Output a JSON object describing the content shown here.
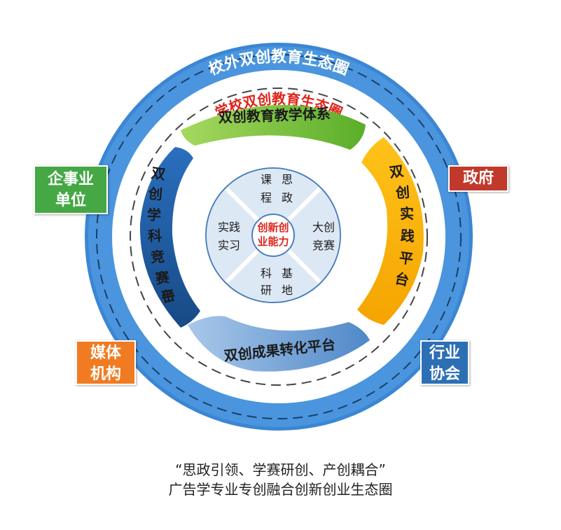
{
  "outer_ring": {
    "label": "校外双创教育生态圈",
    "color": "#2f7fd0"
  },
  "inner_ring": {
    "label": "学校双创教育生态圈",
    "color": "#e0241b"
  },
  "arcs": {
    "top": "双创教育教学体系",
    "right": "双创实践平台",
    "bottom": "双创成果转化平台",
    "left": "双创学科竞赛平台"
  },
  "core": {
    "center": [
      "创新创",
      "业能力"
    ],
    "top": [
      "课",
      "思",
      "程",
      "政"
    ],
    "right": [
      "大创",
      "竞赛"
    ],
    "bottom": [
      "科",
      "基",
      "研",
      "地"
    ],
    "left": [
      "实践",
      "实习"
    ]
  },
  "side_boxes": {
    "enterprise": [
      "企事业",
      "单位"
    ],
    "government": [
      "政府"
    ],
    "media": [
      "媒体",
      "机构"
    ],
    "industry": [
      "行业",
      "协会"
    ]
  },
  "colors": {
    "green": "#78c23a",
    "yellow": "#f5b300",
    "blue_dark": "#1f5fa8",
    "blue_light": "#6fa2d8",
    "red_box": "#c0392b",
    "green_box": "#45a845",
    "orange_box": "#f07b22",
    "blue_box": "#2d6fb5"
  },
  "caption": {
    "line1": "“思政引领、学赛研创、产创耦合”",
    "line2": "广告学专业专创融合创新创业生态圈"
  }
}
